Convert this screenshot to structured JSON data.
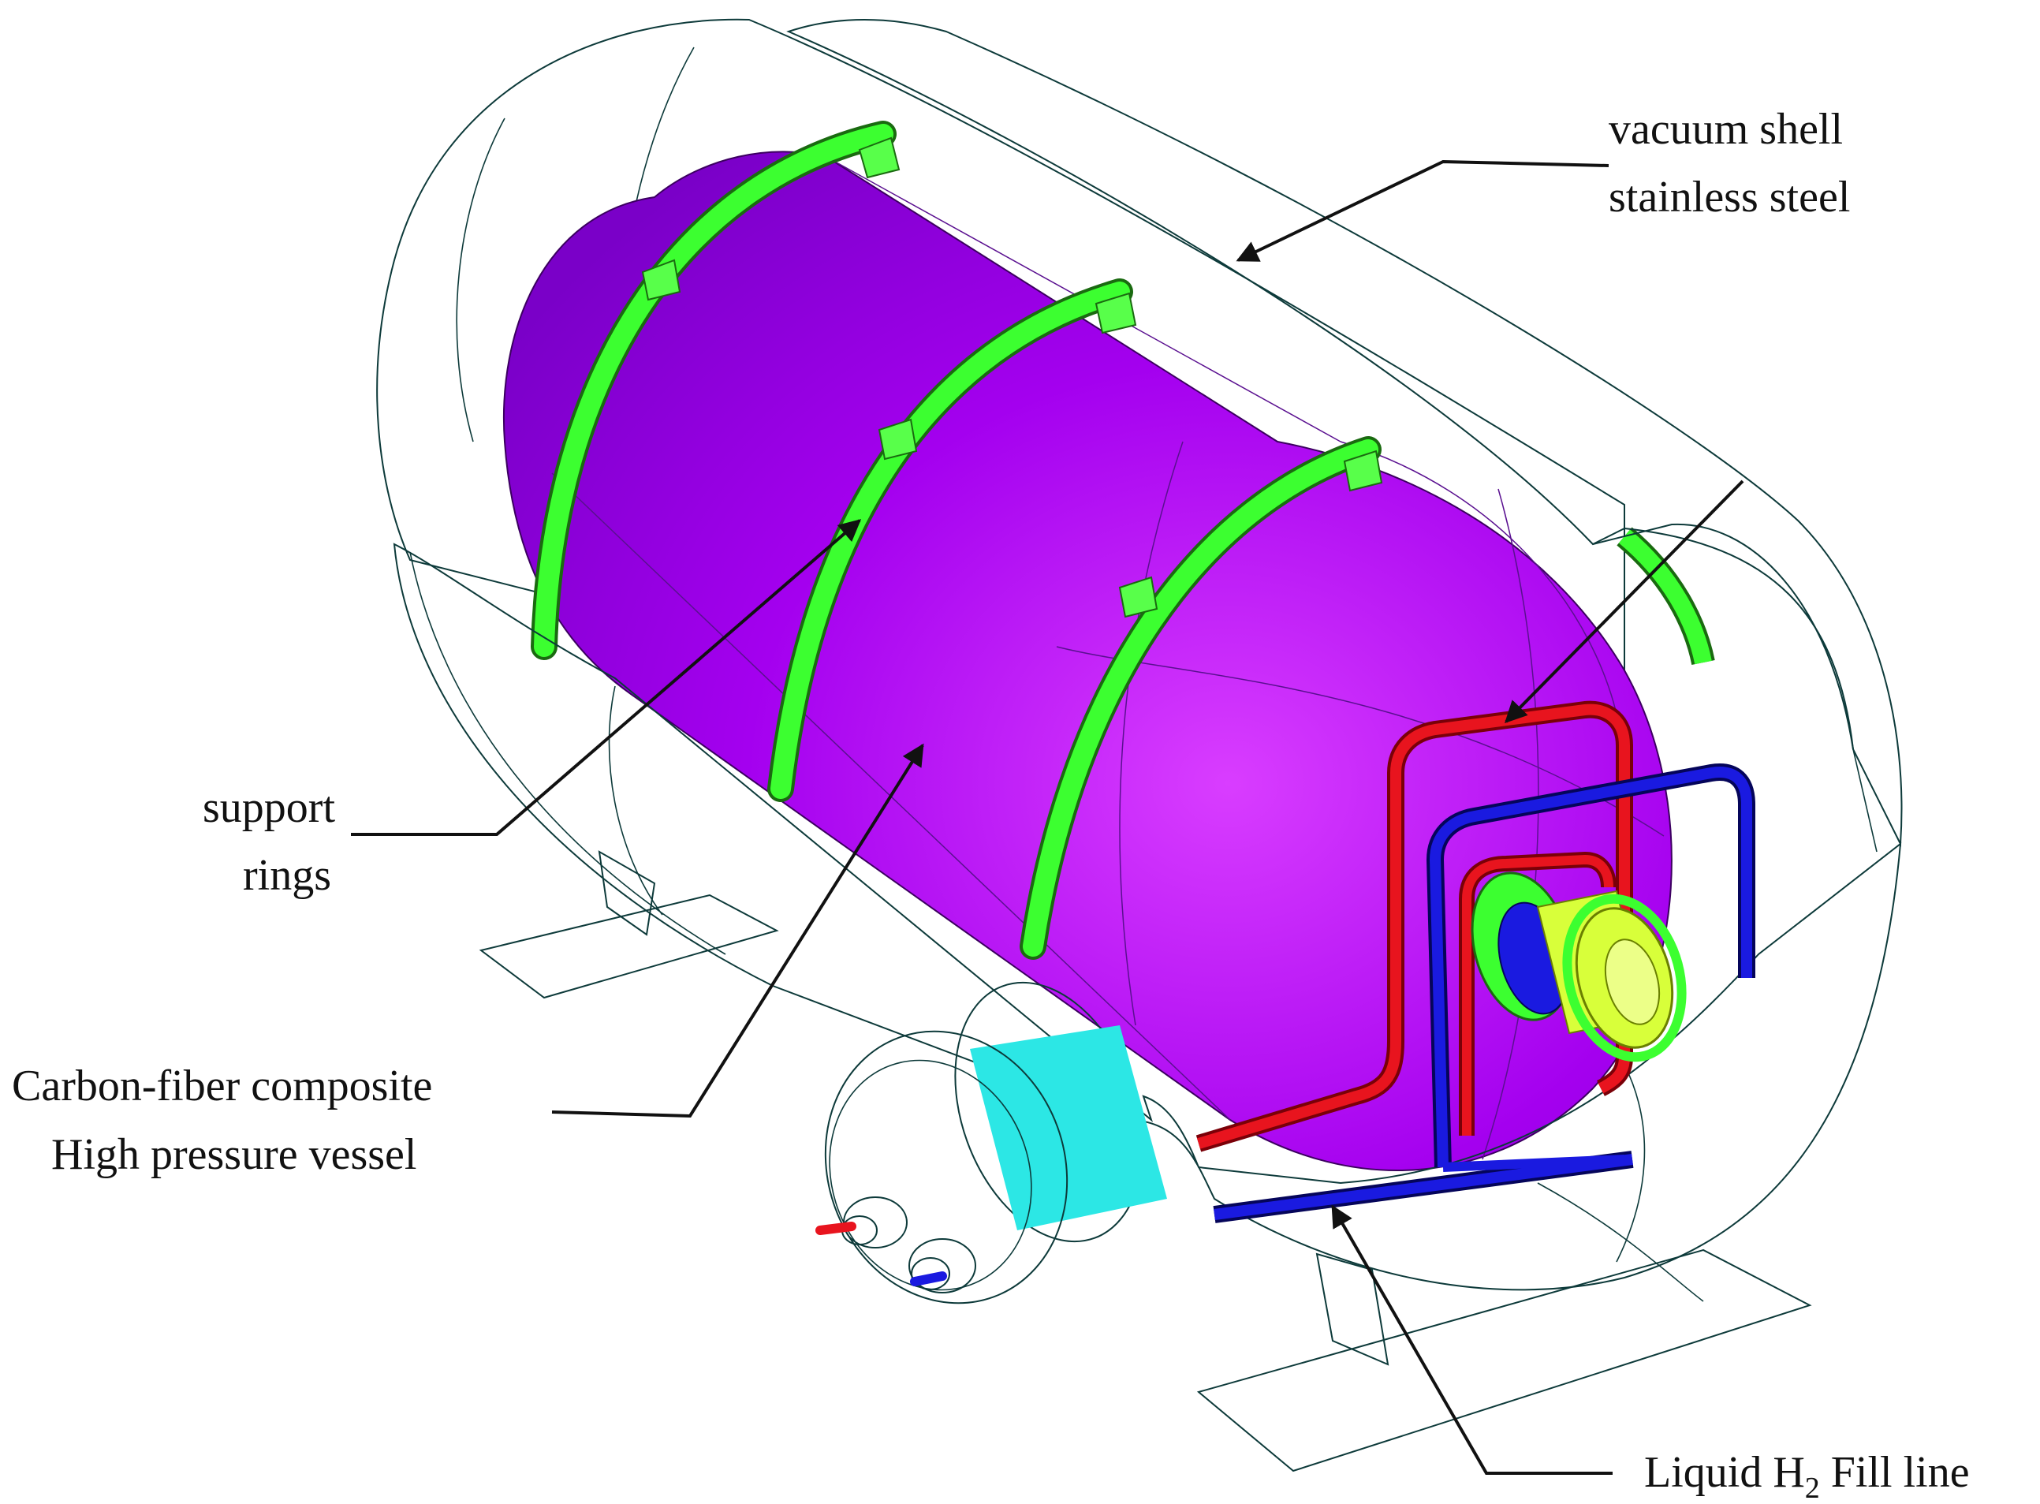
{
  "labels": {
    "vacuum_shell_line1": "vacuum shell",
    "vacuum_shell_line2": "stainless steel",
    "support_rings_line1": "support",
    "support_rings_line2": "rings",
    "vessel_line1": "Carbon-fiber composite",
    "vessel_line2": "High pressure  vessel",
    "fill_line_prefix": "Liquid  H",
    "fill_line_subscript": "2",
    "fill_line_suffix": " Fill  line"
  },
  "colors": {
    "shell": "#2ef0ee",
    "shell_shade": "#1fd6d4",
    "vessel": "#a800f0",
    "vessel_highlight": "#d23cff",
    "rings": "#39ff2e",
    "fill_line_red": "#e8141e",
    "fill_line_blue": "#1a1ae0",
    "fitting_yellow": "#d8ff3a"
  }
}
